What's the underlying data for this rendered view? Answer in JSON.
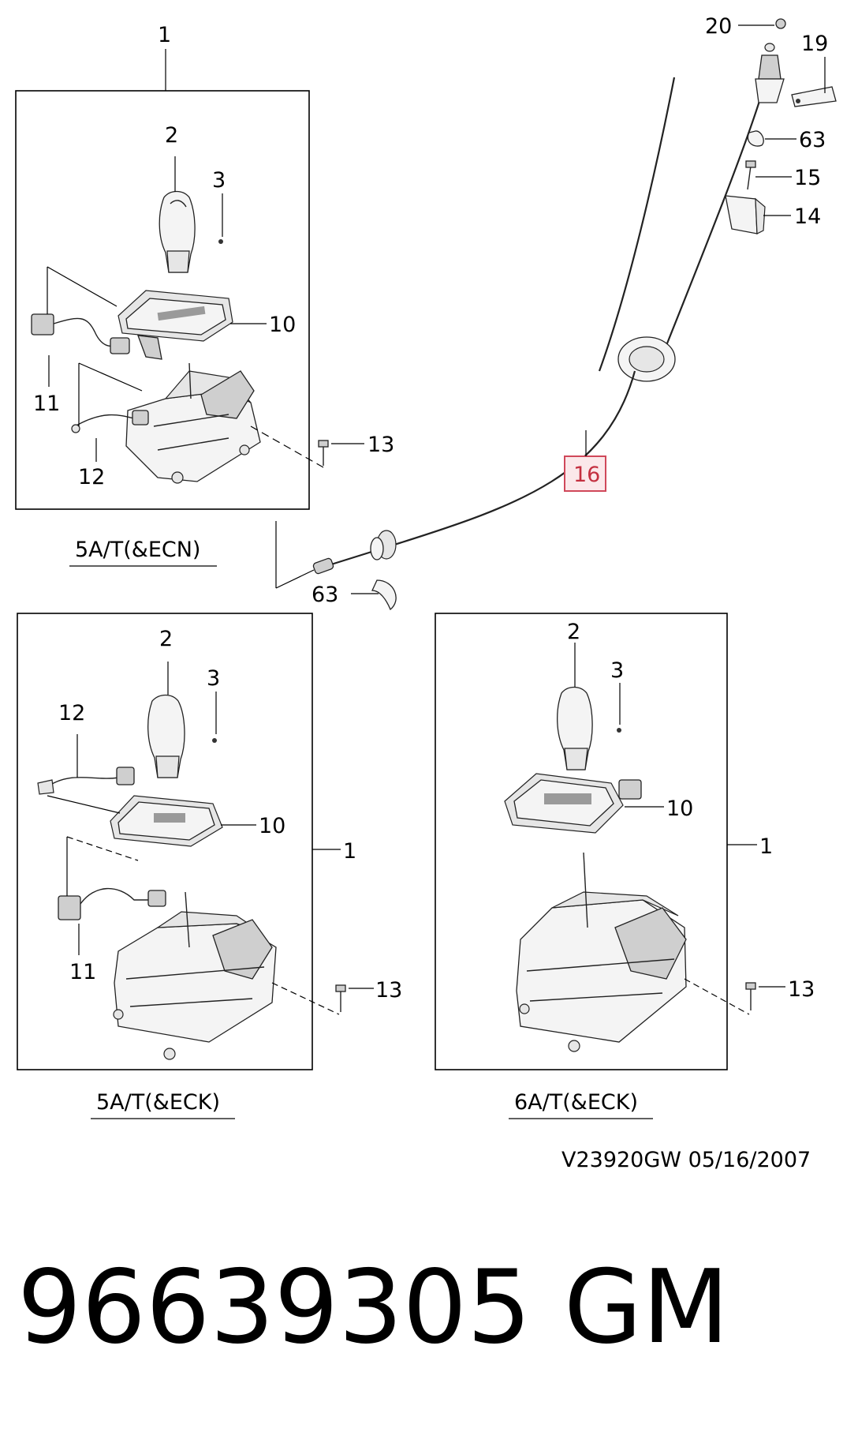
{
  "callouts": {
    "c1_top": "1",
    "c2_top": "2",
    "c3_top": "3",
    "c10_top": "10",
    "c11_top": "11",
    "c12_top": "12",
    "c13_top": "13",
    "c20": "20",
    "c19": "19",
    "c63_upper": "63",
    "c15": "15",
    "c14": "14",
    "c16": "16",
    "c63_lower": "63",
    "c2_bl": "2",
    "c3_bl": "3",
    "c12_bl": "12",
    "c10_bl": "10",
    "c1_bl": "1",
    "c11_bl": "11",
    "c13_bl": "13",
    "c2_br": "2",
    "c3_br": "3",
    "c10_br": "10",
    "c1_br": "1",
    "c13_br": "13"
  },
  "captions": {
    "top_left": "5A/T(&ECN)",
    "bottom_left": "5A/T(&ECK)",
    "bottom_right": "6A/T(&ECK)"
  },
  "reference": "V23920GW  05/16/2007",
  "part_number": "96639305",
  "brand": "GM",
  "highlight": {
    "callout": "16",
    "color": "#d0485a"
  }
}
